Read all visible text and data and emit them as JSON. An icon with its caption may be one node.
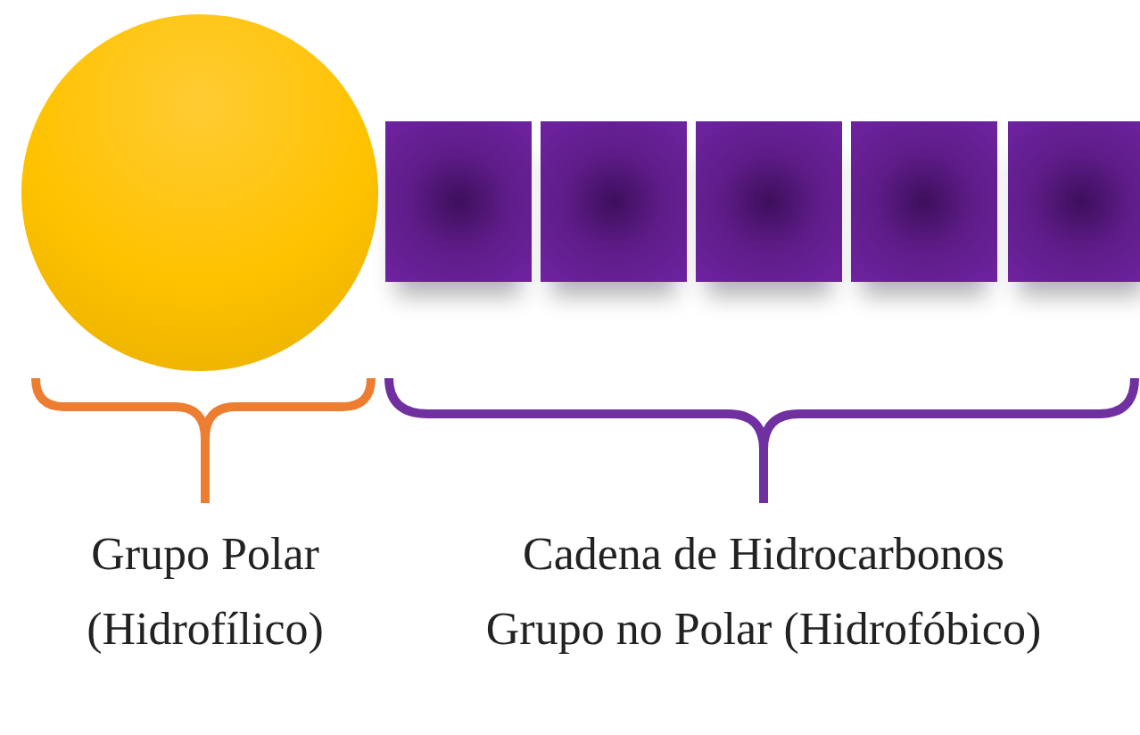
{
  "diagram": {
    "nodes": [
      {
        "text": [],
        "shape": "circle"
      },
      {
        "text": [],
        "shape": "box"
      },
      {
        "text": [],
        "shape": "box"
      },
      {
        "text": [],
        "shape": "box"
      },
      {
        "text": [],
        "shape": "box"
      },
      {
        "text": [],
        "shape": "box"
      }
    ],
    "labels": [
      "Grupo Polar (Hidrofílico)",
      "Cadena de Hidrocarbonos Grupo no Polar (Hidrofóbico)"
    ]
  }
}
